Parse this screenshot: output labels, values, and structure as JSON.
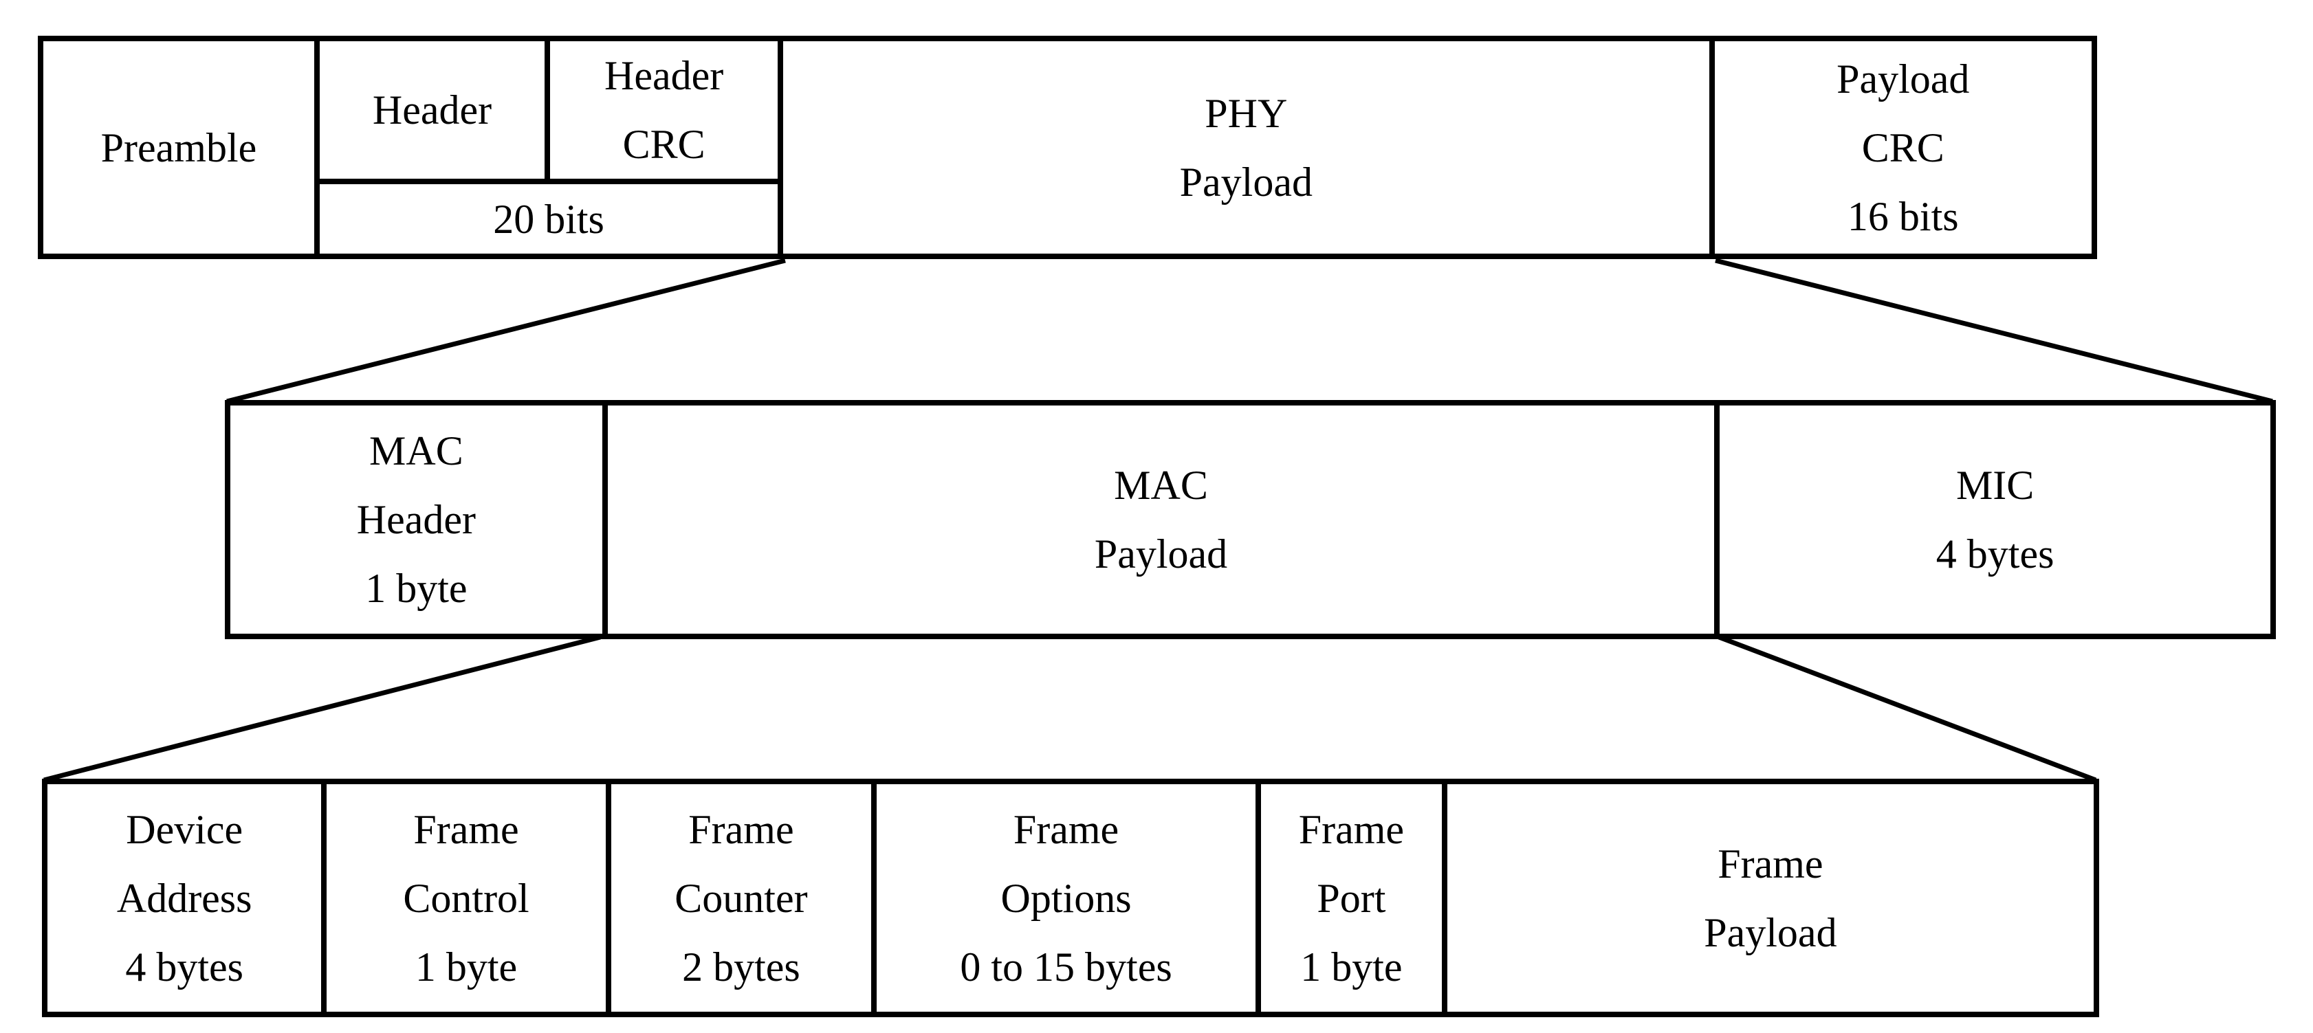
{
  "diagram": {
    "kind": "packet-structure-diagram",
    "colors": {
      "line": "#000000",
      "background": "#ffffff",
      "text": "#000000"
    },
    "phy_row": {
      "preamble": {
        "lines": [
          "Preamble"
        ]
      },
      "header": {
        "lines": [
          "Header"
        ]
      },
      "header_crc": {
        "lines": [
          "Header",
          "CRC"
        ]
      },
      "header_size": {
        "lines": [
          "20 bits"
        ]
      },
      "phy_payload": {
        "lines": [
          "PHY",
          "Payload"
        ]
      },
      "payload_crc": {
        "lines": [
          "Payload",
          "CRC",
          "16 bits"
        ]
      }
    },
    "mac_row": {
      "mac_header": {
        "lines": [
          "MAC",
          "Header",
          "1 byte"
        ]
      },
      "mac_payload": {
        "lines": [
          "MAC",
          "Payload"
        ]
      },
      "mic": {
        "lines": [
          "MIC",
          "4 bytes"
        ]
      }
    },
    "frame_row": {
      "device_address": {
        "lines": [
          "Device",
          "Address",
          "4 bytes"
        ]
      },
      "frame_control": {
        "lines": [
          "Frame",
          "Control",
          "1 byte"
        ]
      },
      "frame_counter": {
        "lines": [
          "Frame",
          "Counter",
          "2 bytes"
        ]
      },
      "frame_options": {
        "lines": [
          "Frame",
          "Options",
          "0 to 15 bytes"
        ]
      },
      "frame_port": {
        "lines": [
          "Frame",
          "Port",
          "1 byte"
        ]
      },
      "frame_payload": {
        "lines": [
          "Frame",
          "Payload"
        ]
      }
    }
  }
}
